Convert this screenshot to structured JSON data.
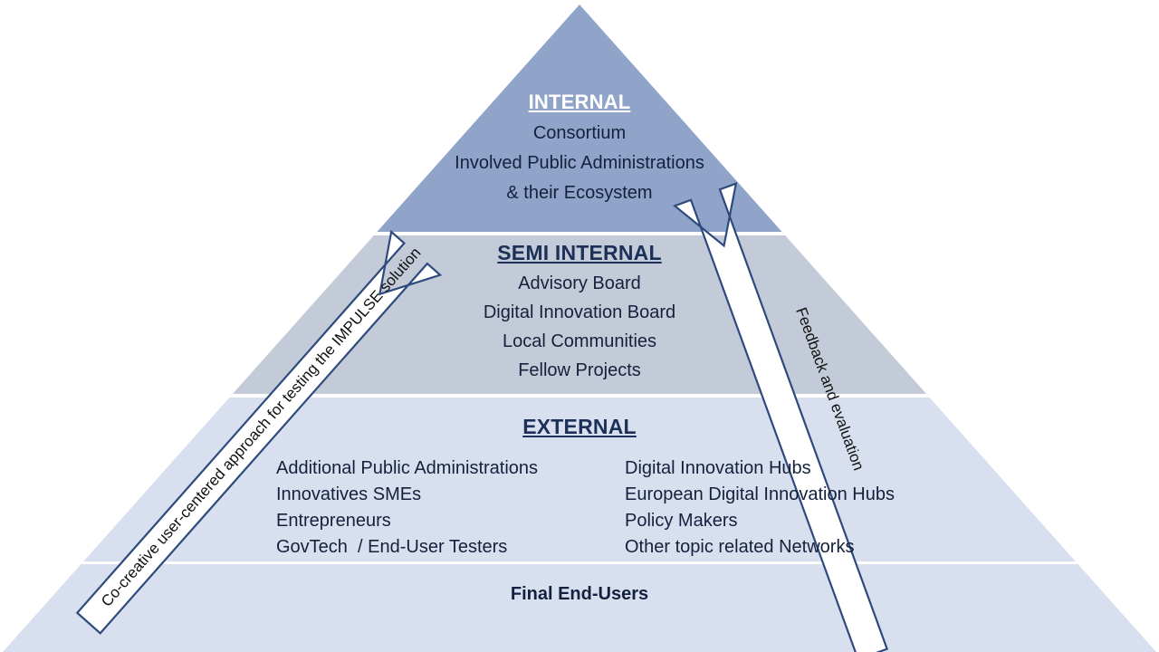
{
  "diagram": {
    "title": "IMPULSE stakeholder pyramid",
    "colors": {
      "internal_band": "#8fa4c8",
      "semi_internal_band": "#c3cbd8",
      "external_band": "#d8e0f0",
      "divider": "#ffffff",
      "arrow_fill": "#ffffff",
      "arrow_stroke": "#2e4a7d",
      "title_light": "#ffffff",
      "title_dark": "#1c3058",
      "body_text": "#14213d"
    },
    "layers": [
      {
        "key": "internal",
        "title": "INTERNAL",
        "items": [
          "Consortium",
          "Involved Public Administrations",
          "& their Ecosystem"
        ]
      },
      {
        "key": "semi_internal",
        "title": "SEMI INTERNAL",
        "items": [
          "Advisory Board",
          "Digital Innovation Board",
          "Local Communities",
          "Fellow Projects"
        ]
      },
      {
        "key": "external",
        "title": "EXTERNAL",
        "left_column": [
          "Additional Public Administrations",
          "Innovatives SMEs",
          "Entrepreneurs",
          "GovTech  / End-User Testers"
        ],
        "right_column": [
          "Digital Innovation Hubs",
          "European Digital Innovation Hubs",
          "Policy Makers",
          "Other topic related Networks"
        ]
      }
    ],
    "final_band": {
      "label": "Final End-Users"
    },
    "arrows": [
      {
        "key": "left",
        "label": "Co-creative user-centered approach for testing the IMPULSE solution",
        "direction": "down-left"
      },
      {
        "key": "right",
        "label": "Feedback and evaluation",
        "direction": "up-left"
      }
    ]
  }
}
